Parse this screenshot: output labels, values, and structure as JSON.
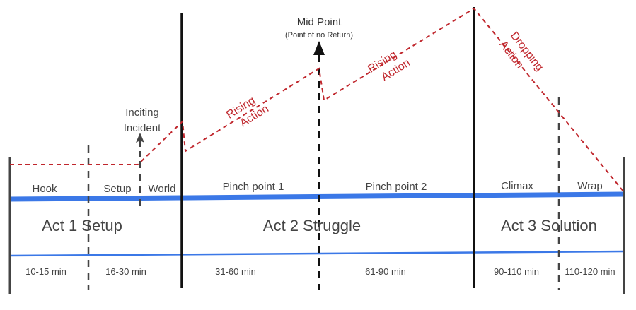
{
  "mid_point": {
    "title": "Mid Point",
    "subtitle": "(Point of no Return)"
  },
  "inciting": {
    "line1": "Inciting",
    "line2": "Incident"
  },
  "rising1": {
    "line1": "Rising",
    "line2": "Action"
  },
  "rising2": {
    "line1": "Rising",
    "line2": "Action"
  },
  "dropping": {
    "line1": "Dropping",
    "line2": "Action"
  },
  "beats": {
    "hook": "Hook",
    "setup_world_a": "Setup",
    "setup_world_b": "World",
    "pinch1": "Pinch point 1",
    "pinch2": "Pinch point 2",
    "climax": "Climax",
    "wrap": "Wrap"
  },
  "acts": {
    "act1": "Act 1 Setup",
    "act2": "Act 2 Struggle",
    "act3": "Act 3 Solution"
  },
  "durations": {
    "d1": "10-15 min",
    "d2": "16-30 min",
    "d3": "31-60 min",
    "d4": "61-90 min",
    "d5": "90-110 min",
    "d6": "110-120 min"
  },
  "colors": {
    "tension_line": "#c0272d",
    "timeline_bar": "#3b78e7",
    "act_divider": "#111111",
    "beat_divider": "#444444"
  }
}
